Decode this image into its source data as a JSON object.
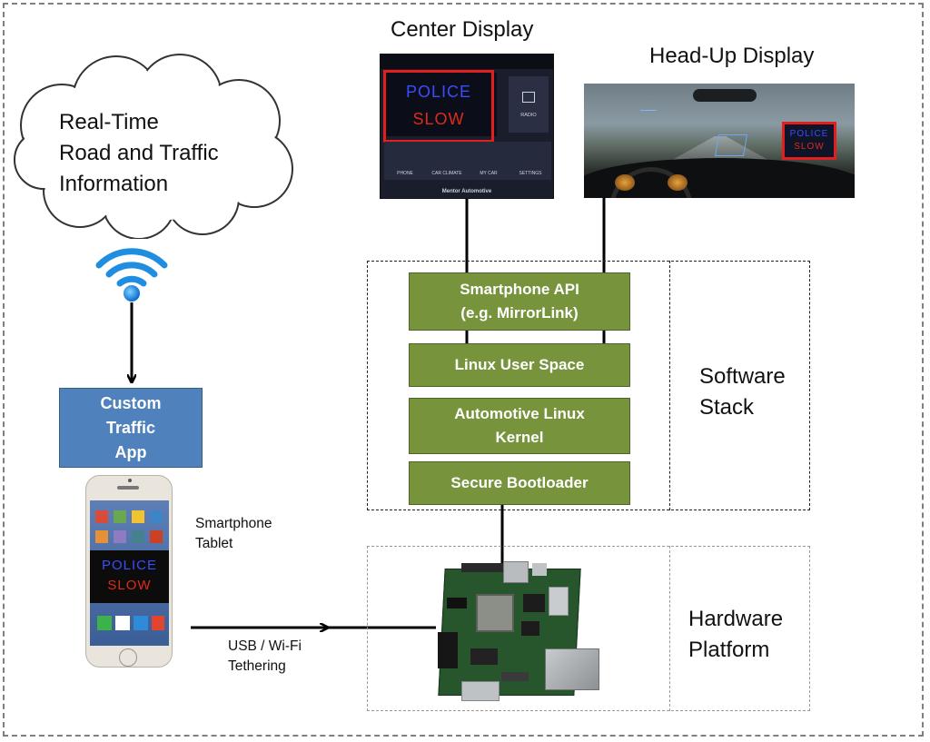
{
  "cloud": {
    "text": "Real-Time\nRoad and Traffic\nInformation"
  },
  "app_box": {
    "label": "Custom\nTraffic\nApp"
  },
  "device_label": "Smartphone\nTablet",
  "link_label": "USB / Wi-Fi\nTethering",
  "displays": {
    "center": {
      "title": "Center Display",
      "brand": "Mentor Automotive",
      "tiles": [
        "RADIO",
        "PHONE",
        "CAR CLIMATE",
        "MY CAR",
        "SETTINGS"
      ]
    },
    "hud": {
      "title": "Head-Up Display"
    }
  },
  "alert": {
    "line1": "POLICE",
    "line2": "SLOW"
  },
  "software_stack": {
    "label": "Software\nStack",
    "layers": [
      "Smartphone API\n(e.g. MirrorLink)",
      "Linux User Space",
      "Automotive Linux\nKernel",
      "Secure Bootloader"
    ]
  },
  "hardware": {
    "label": "Hardware\nPlatform"
  },
  "colors": {
    "layer_green": "#77933c",
    "app_blue": "#4f81bd",
    "alert_red": "#e02a1a",
    "alert_blue": "#3a4dff"
  }
}
